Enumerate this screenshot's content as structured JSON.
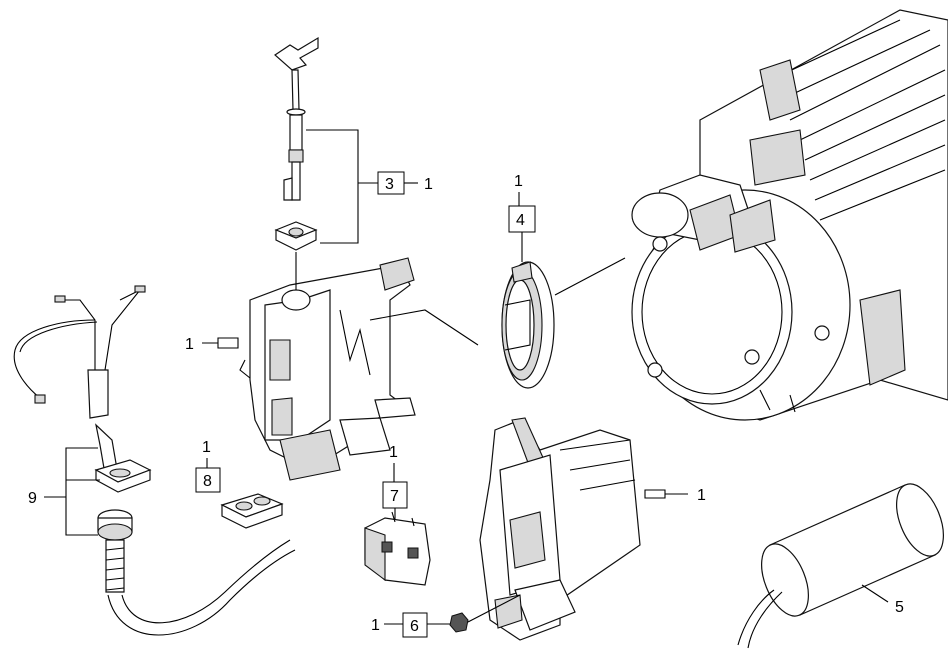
{
  "callouts": {
    "c1_top": "1",
    "c1_left": "1",
    "c1_right": "1",
    "c1_item4": "1",
    "c1_item6": "1",
    "c1_item7": "1",
    "c1_item8": "1",
    "item3": "3",
    "item4": "4",
    "item5": "5",
    "item6": "6",
    "item7": "7",
    "item8": "8",
    "item9": "9"
  }
}
